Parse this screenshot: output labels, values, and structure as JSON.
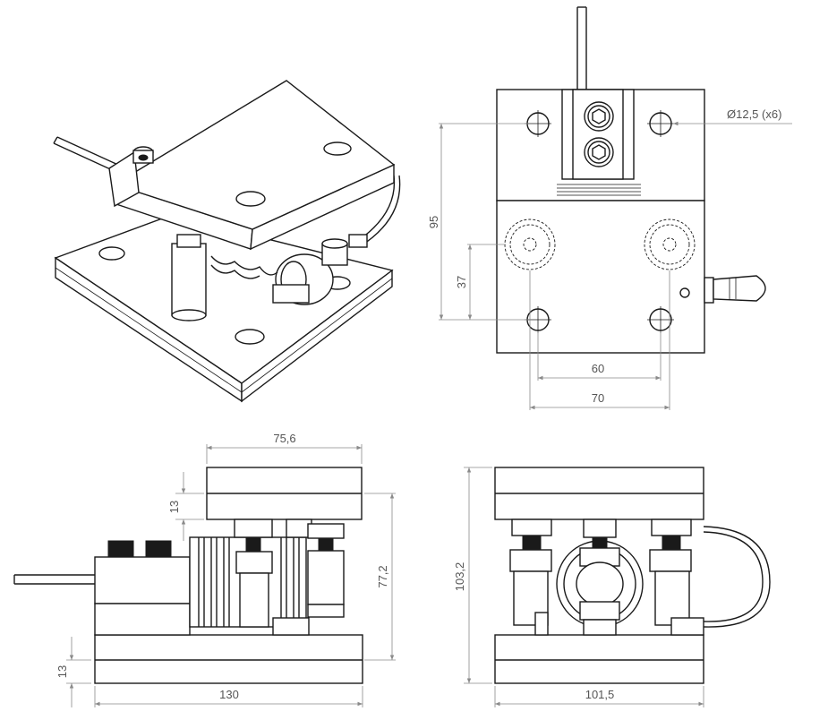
{
  "dimensions": {
    "hole_callout": "Ø12,5 (x6)",
    "top_height": "95",
    "top_hole_offset": "37",
    "top_inner_spacing": "60",
    "top_outer_spacing": "70",
    "side_top_width": "75,6",
    "side_top_plate": "13",
    "side_height": "77,2",
    "side_base_plate": "13",
    "side_base_length": "130",
    "front_height": "103,2",
    "front_width": "101,5"
  }
}
